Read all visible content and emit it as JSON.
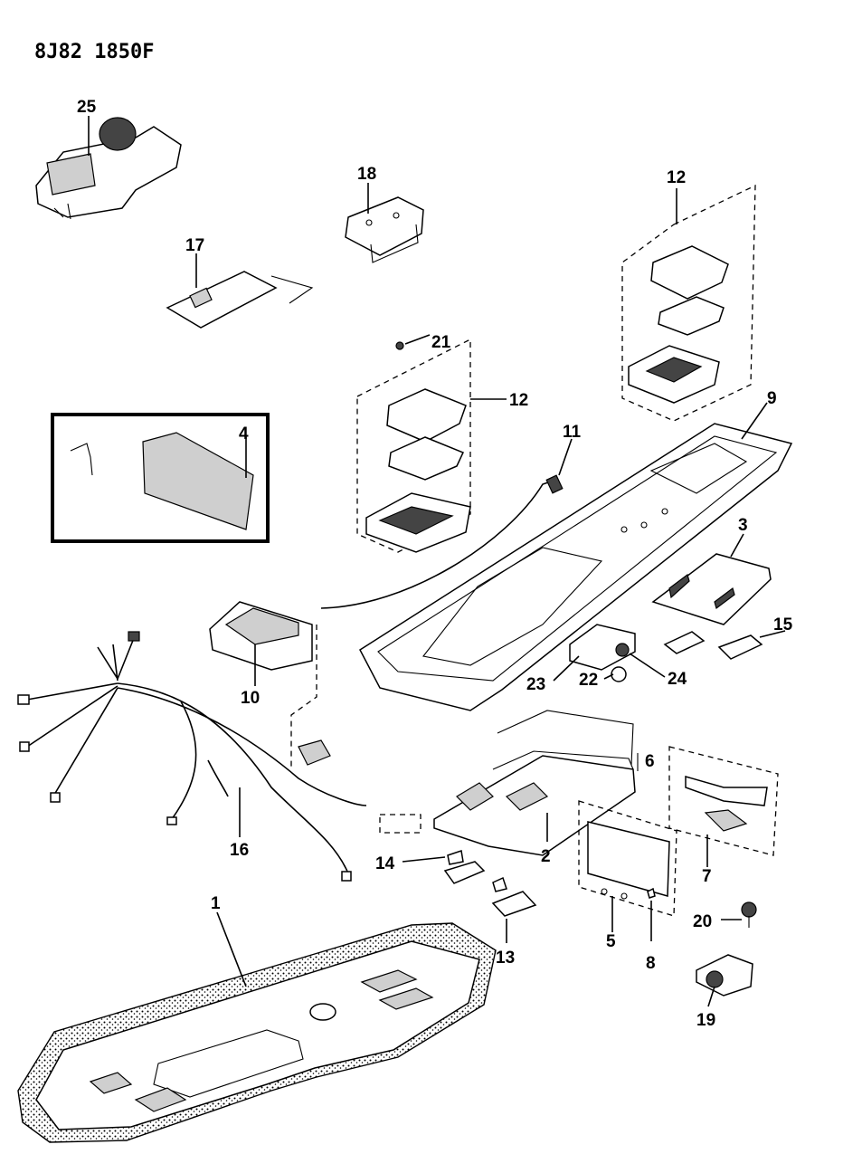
{
  "diagram": {
    "code": "8J82 1850F",
    "callouts": [
      "25",
      "18",
      "17",
      "12",
      "21",
      "12",
      "9",
      "4",
      "11",
      "3",
      "15",
      "10",
      "23",
      "22",
      "24",
      "16",
      "6",
      "2",
      "7",
      "14",
      "20",
      "1",
      "13",
      "5",
      "8",
      "19"
    ]
  }
}
